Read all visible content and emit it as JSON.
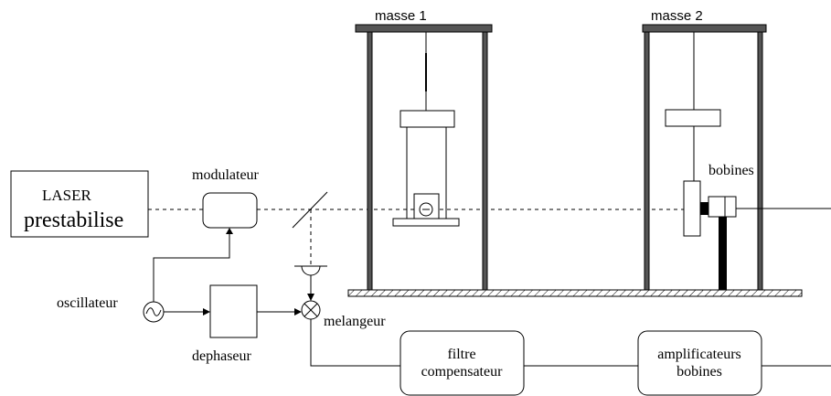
{
  "labels": {
    "laser_line1": "LASER",
    "laser_line2": "prestabilise",
    "modulateur": "modulateur",
    "oscillateur": "oscillateur",
    "dephaseur": "dephaseur",
    "melangeur": "melangeur",
    "masse1": "masse 1",
    "masse2": "masse 2",
    "bobines": "bobines",
    "filtre_line1": "filtre",
    "filtre_line2": "compensateur",
    "ampli_line1": "amplificateurs",
    "ampli_line2": "bobines"
  },
  "icons": {
    "oscillator": "sine-wave-icon",
    "mixer": "circle-cross-icon",
    "photodiode": "photodetector-icon"
  }
}
